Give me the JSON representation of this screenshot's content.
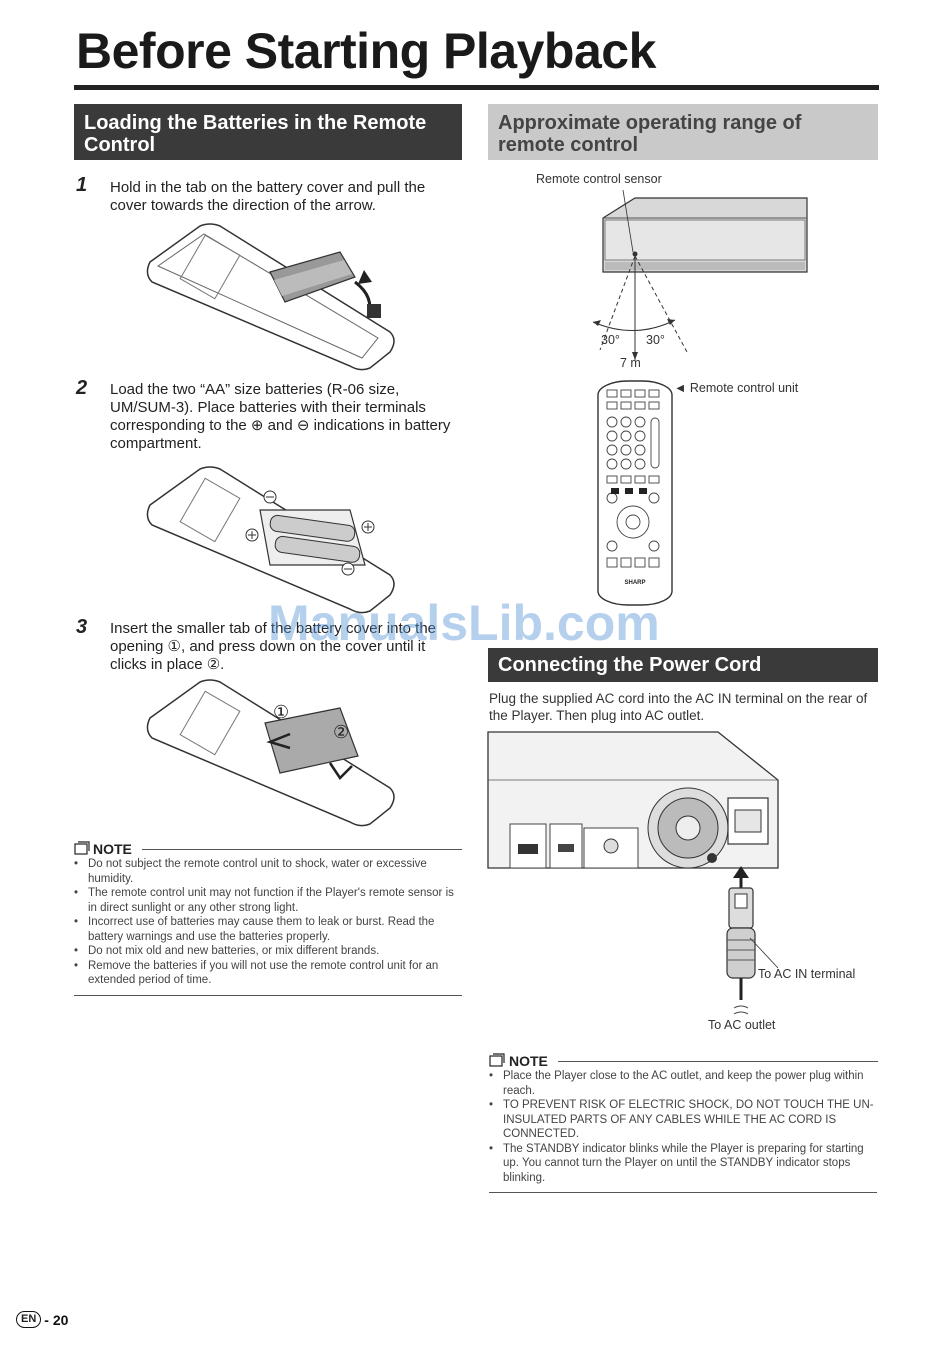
{
  "page_title": "Before Starting Playback",
  "sections": {
    "batteries": {
      "heading": "Loading the Batteries in the Remote Control",
      "steps": [
        {
          "num": "1",
          "text": "Hold in the tab on the battery cover and pull the cover towards the direction of the arrow."
        },
        {
          "num": "2",
          "text": "Load the two “AA” size batteries (R-06 size, UM/SUM-3). Place batteries with their terminals corresponding to the ⊕ and ⊖ indications in battery compartment."
        },
        {
          "num": "3",
          "text": "Insert the smaller tab of the battery cover into the opening ①, and press down on the cover until it clicks in place ②."
        }
      ],
      "step3_callouts": [
        "①",
        "②"
      ],
      "note": {
        "label": "NOTE",
        "items": [
          "Do not subject the remote control unit to shock, water or excessive humidity.",
          "The remote control unit may not function if the Player's remote sensor is in direct sunlight or any other strong light.",
          "Incorrect use of batteries may cause them to leak or burst. Read the battery warnings and use the batteries properly.",
          "Do not mix old and new batteries, or mix different brands.",
          "Remove the batteries if you will not use the remote control unit for an extended period of time."
        ]
      }
    },
    "range": {
      "heading": "Approximate operating range of remote control",
      "sensor_label": "Remote control sensor",
      "angle_left": "30°",
      "angle_right": "30°",
      "distance": "7 m",
      "remote_label": "◄ Remote control unit",
      "remote_brand": "SHARP"
    },
    "power": {
      "heading": "Connecting the Power Cord",
      "text": "Plug the supplied AC cord into the AC IN terminal on the rear of the Player. Then plug into AC outlet.",
      "label_terminal": "To AC IN terminal",
      "label_outlet": "To AC outlet",
      "note": {
        "label": "NOTE",
        "items": [
          "Place the Player close to the AC outlet, and keep the power plug within reach.",
          "TO PREVENT RISK OF ELECTRIC SHOCK, DO NOT TOUCH THE UN-INSULATED PARTS OF ANY CABLES WHILE THE AC CORD IS CONNECTED.",
          "The STANDBY indicator blinks while the Player is preparing for starting up. You cannot turn the Player on until the STANDBY indicator stops blinking."
        ]
      }
    }
  },
  "watermark": "ManualsLib.com",
  "page_number": {
    "lang": "EN",
    "num": "- 20"
  }
}
